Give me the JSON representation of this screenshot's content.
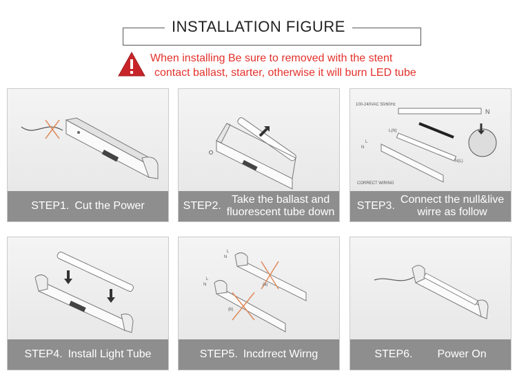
{
  "header": {
    "title": "INSTALLATION FIGURE"
  },
  "warning": {
    "icon": "warning-triangle-icon",
    "line1": "When installing Be sure to removed  with the stent",
    "line2": "contact ballast, starter, otherwise it will burn LED tube",
    "color": "#e3302a"
  },
  "steps": [
    {
      "num": "STEP1.",
      "label": "Cut the Power"
    },
    {
      "num": "STEP2.",
      "label_line1": "Take the ballast and",
      "label_line2": "fluorescent tube down"
    },
    {
      "num": "STEP3.",
      "label_line1": "Connect the null&live",
      "label_line2": "wirre as follow",
      "diagram_text": "CORRECT WIRING",
      "voltage": "100-240VAC 50/60Hz",
      "l_label": "L",
      "n_label": "N",
      "ln_label": "L(N)",
      "nl_label": "N(L)"
    },
    {
      "num": "STEP4.",
      "label": "Install Light Tube"
    },
    {
      "num": "STEP5.",
      "label": "Incdrrect Wirng",
      "a_label": "(a)",
      "b_label": "(b)",
      "l_label": "L",
      "n_label": "N"
    },
    {
      "num": "STEP6.",
      "label": "Power On"
    }
  ]
}
